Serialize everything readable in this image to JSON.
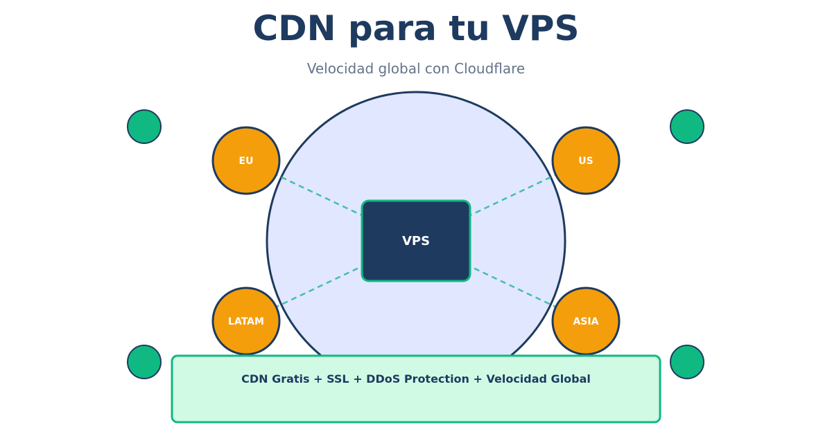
{
  "header": {
    "title": "CDN para tu VPS",
    "subtitle": "Velocidad global con Cloudflare"
  },
  "center": {
    "label": "VPS"
  },
  "regions": [
    {
      "id": "eu",
      "label": "EU"
    },
    {
      "id": "us",
      "label": "US"
    },
    {
      "id": "latam",
      "label": "LATAM"
    },
    {
      "id": "asia",
      "label": "ASIA"
    }
  ],
  "banner": {
    "text": "CDN Gratis + SSL + DDoS Protection + Velocidad Global"
  },
  "colors": {
    "title": "#1e3a5f",
    "subtitle": "#64748b",
    "globe_fill": "#e0e7ff",
    "globe_stroke": "#1e3a5f",
    "region_fill": "#f59e0b",
    "region_stroke": "#1e3a5f",
    "vps_fill": "#1e3a5f",
    "vps_stroke": "#10b981",
    "link_stroke": "#2bb5a0",
    "corner_dot_fill": "#10b981",
    "banner_fill": "#d1fae5",
    "banner_stroke": "#10b981"
  }
}
